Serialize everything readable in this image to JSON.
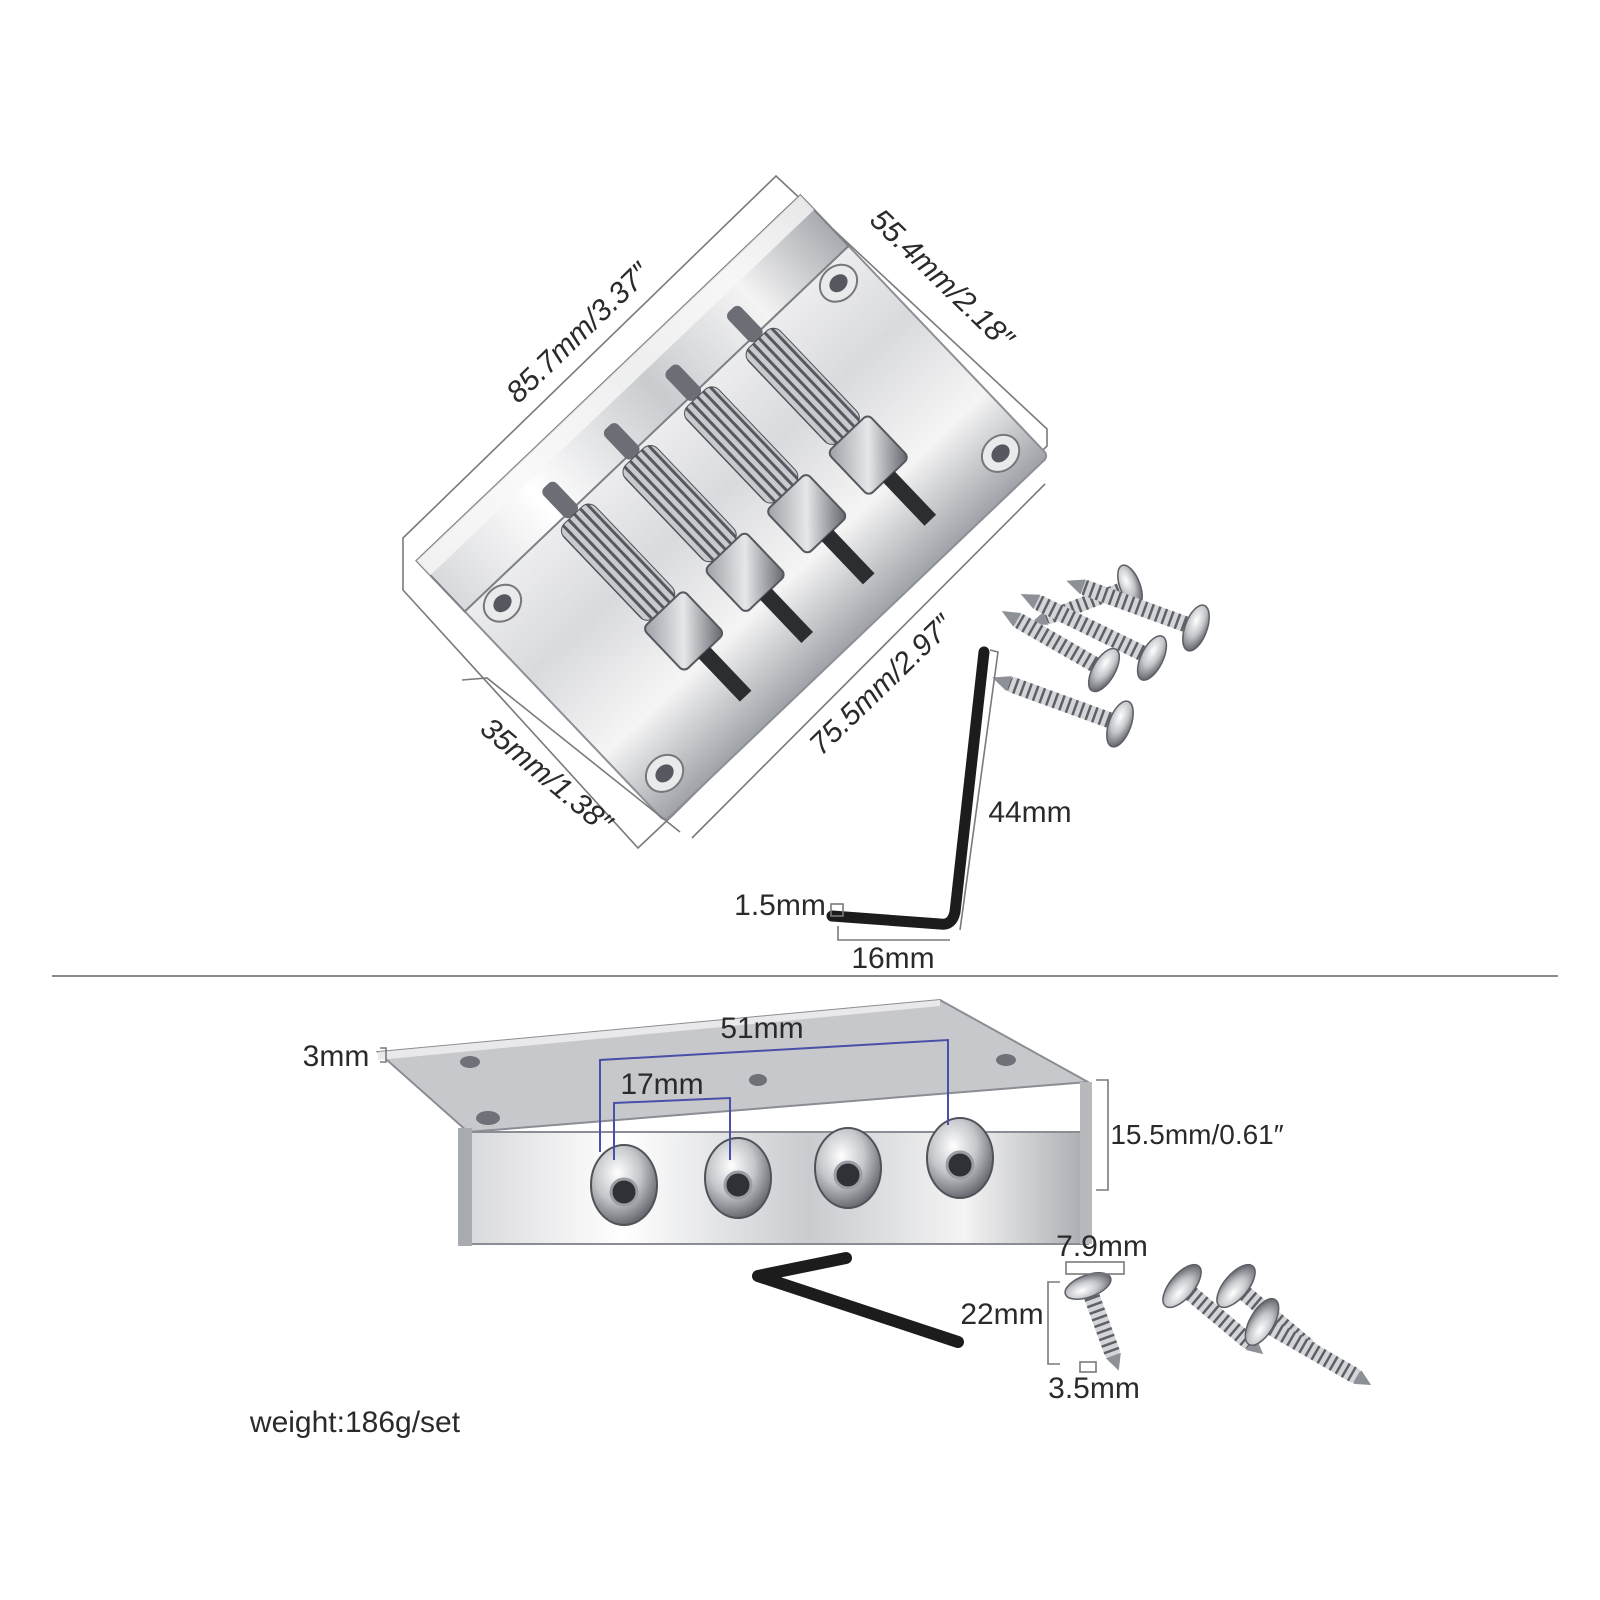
{
  "top_view": {
    "length_label": "85.7mm/3.37″",
    "width_label": "55.4mm/2.18″",
    "hole_spacing_long_label": "75.5mm/2.97″",
    "hole_spacing_short_label": "35mm/1.38″",
    "hex_key_long_label": "44mm",
    "hex_key_short_label": "16mm",
    "hex_key_size_label": "1.5mm"
  },
  "front_view": {
    "plate_thickness_label": "3mm",
    "outer_saddle_span_label": "51mm",
    "saddle_pitch_label": "17mm",
    "height_label": "15.5mm/0.61″",
    "screw_head_label": "7.9mm",
    "screw_length_label": "22mm",
    "screw_shank_label": "3.5mm"
  },
  "weight_label": "weight:186g/set",
  "colors": {
    "chrome_light": "#f2f2f2",
    "chrome_mid": "#bfc2c6",
    "chrome_dark": "#6e7178",
    "dimension_line": "#7a7a7a",
    "span_marker": "#4a4fa8",
    "divider": "#8a8a8a",
    "hex_key": "#1c1c1c"
  }
}
